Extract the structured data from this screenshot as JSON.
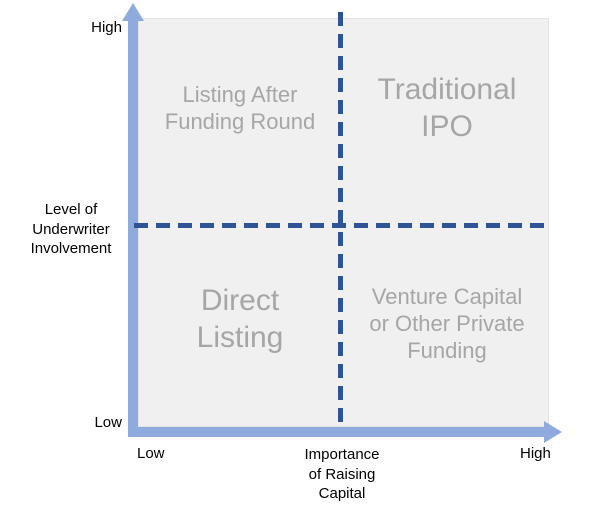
{
  "chart_data": {
    "type": "scatter",
    "title": "",
    "xlabel": "Importance\nof Raising\nCapital",
    "ylabel": "Level of\nUnderwriter\nInvolvement",
    "x_ticks": [
      "Low",
      "High"
    ],
    "y_ticks": [
      "High",
      "Low"
    ],
    "grid": false,
    "legend": "none",
    "quadrants": [
      {
        "id": "top-left",
        "label": "Listing After\nFunding Round",
        "x": "low",
        "y": "high",
        "emphasis": "small"
      },
      {
        "id": "top-right",
        "label": "Traditional\nIPO",
        "x": "high",
        "y": "high",
        "emphasis": "large"
      },
      {
        "id": "bottom-left",
        "label": "Direct\nListing",
        "x": "low",
        "y": "low",
        "emphasis": "large"
      },
      {
        "id": "bottom-right",
        "label": "Venture Capital\nor Other Private\nFunding",
        "x": "high",
        "y": "low",
        "emphasis": "small"
      }
    ]
  },
  "axes": {
    "y_title": "Level of\nUnderwriter\nInvolvement",
    "x_title": "Importance\nof Raising\nCapital",
    "y_high_label": "High",
    "y_low_label": "Low",
    "x_low_label": "Low",
    "x_high_label": "High"
  },
  "quadrant_labels": {
    "top_left": "Listing After\nFunding Round",
    "top_right": "Traditional\nIPO",
    "bottom_left": "Direct\nListing",
    "bottom_right": "Venture Capital\nor Other Private\nFunding"
  },
  "colors": {
    "axis_arrow": "#8faadc",
    "divider_dash": "#2e5496",
    "plot_background": "#f0f0f0",
    "plot_border": "#e3e3e3",
    "quadrant_text": "#a6a6a6",
    "label_text": "#000000",
    "page_background": "#ffffff"
  }
}
